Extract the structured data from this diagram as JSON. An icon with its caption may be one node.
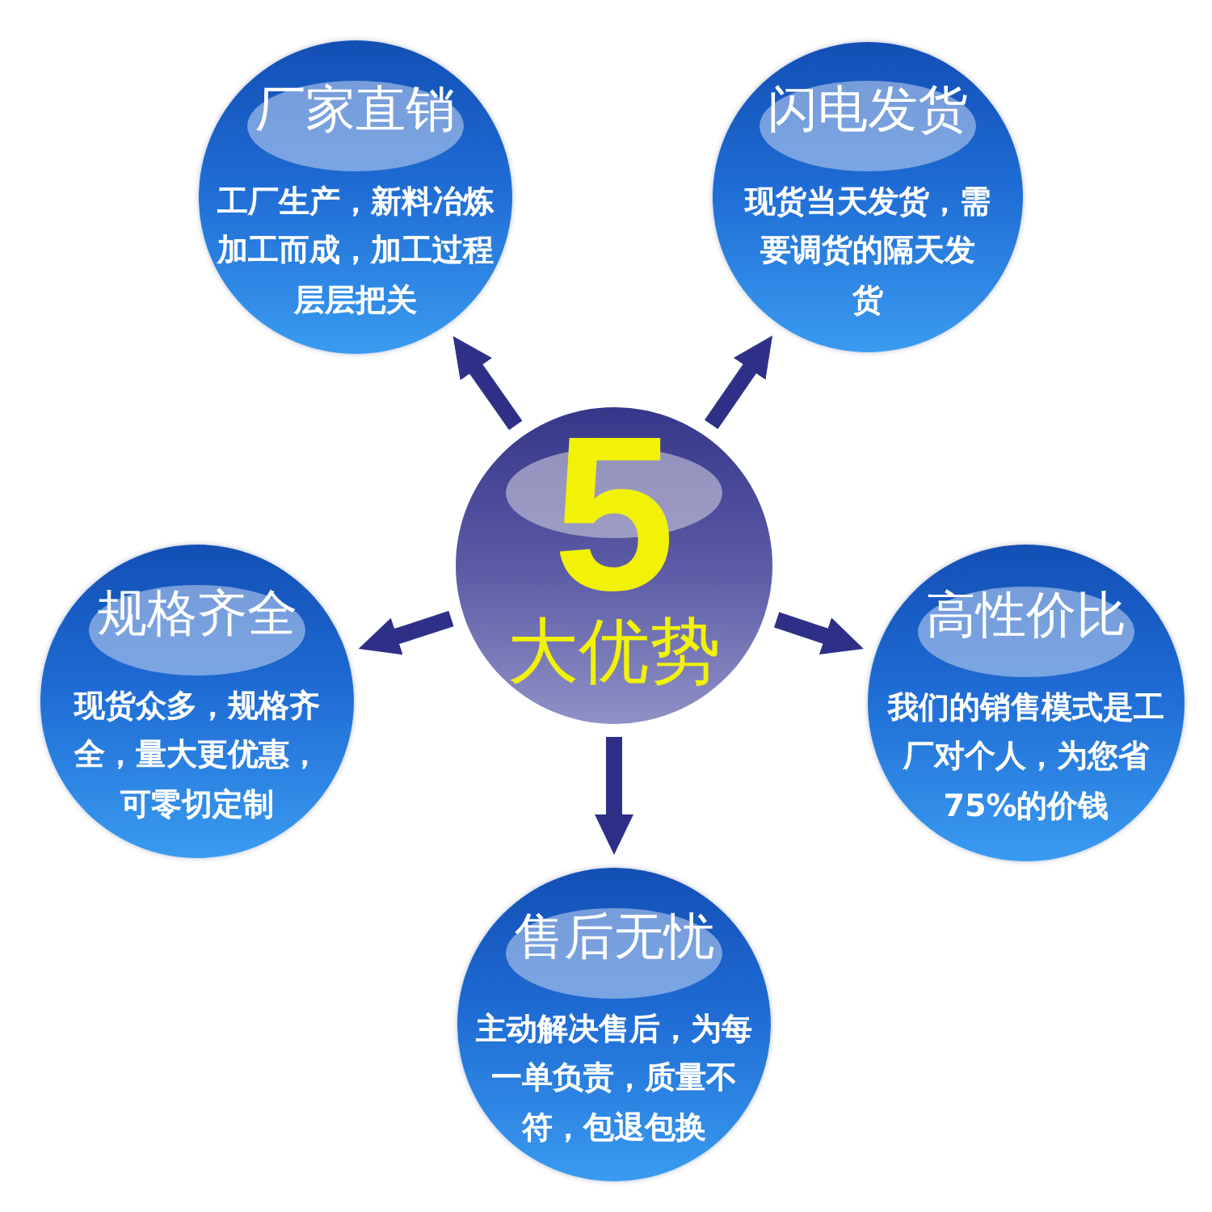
{
  "diagram": {
    "nodes": [
      {
        "text": [
          "厂家直销",
          "工厂生产，新料冶炼加工而成，加工过程层层把关"
        ]
      },
      {
        "text": [
          "闪电发货",
          "现货当天发货，需要调货的隔天发货"
        ]
      },
      {
        "text": [
          "5",
          "大优势"
        ]
      },
      {
        "text": [
          "规格齐全",
          "现货众多，规格齐全，量大更优惠，可零切定制"
        ]
      },
      {
        "text": [
          "高性价比",
          "我们的销售模式是工厂对个人，为您省75%的价钱"
        ]
      },
      {
        "text": [
          "售后无忧",
          "主动解决售后，为每一单负责，质量不符，包退包换"
        ]
      }
    ],
    "edges": [
      {
        "from": 2,
        "to": 0,
        "arrow": "to"
      },
      {
        "from": 2,
        "to": 1,
        "arrow": "to"
      },
      {
        "from": 2,
        "to": 3,
        "arrow": "to"
      },
      {
        "from": 2,
        "to": 4,
        "arrow": "to"
      },
      {
        "from": 2,
        "to": 5,
        "arrow": "to"
      }
    ]
  }
}
